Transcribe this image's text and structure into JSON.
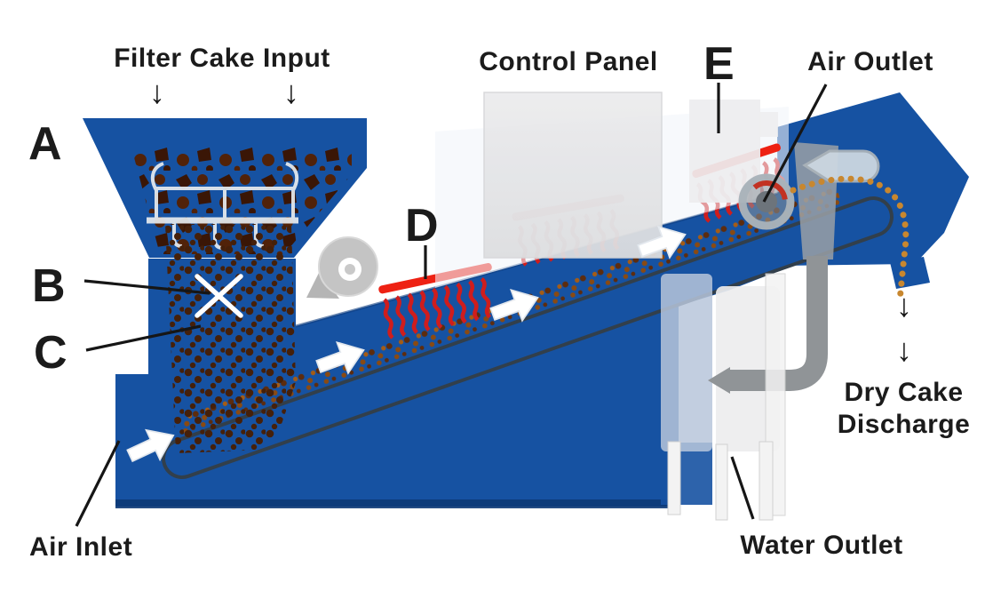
{
  "labels": {
    "filter_cake_input": "Filter Cake Input",
    "control_panel": "Control Panel",
    "air_outlet": "Air Outlet",
    "air_inlet": "Air Inlet",
    "dry_cake_line1": "Dry Cake",
    "dry_cake_line2": "Discharge",
    "water_outlet": "Water Outlet"
  },
  "markers": {
    "a": "A",
    "b": "B",
    "c": "C",
    "d": "D",
    "e": "E"
  },
  "icons": {
    "down_arrow": "↓"
  },
  "colors": {
    "machine_blue": "#1652a2",
    "navy_shadow": "#0c3876",
    "deck_line": "#0f3e80",
    "belt_outline": "#323f4b",
    "heater_red": "#ee2113",
    "coil_red": "#cf1d1d",
    "chunk_brown_dark": "#3a1606",
    "chunk_brown": "#512209",
    "dot_brown": "#45200a",
    "band_dark": "#5d2c0e",
    "band_mid": "#8a4a12",
    "band_orange": "#a55c16",
    "trail_orange": "#c8872f",
    "panel_gray": "#ececee",
    "panel_gray_dark": "#dddee0",
    "box_gray": "#ededef",
    "steel_gray": "#9aa0a6",
    "pipe_gray": "#909497",
    "light_steel": "#b7c6da",
    "tank_white": "#ededee",
    "leg_white": "#f3f3f3",
    "fan_gray": "#c4c4c4",
    "capsule_blue": "#ccd7e1",
    "ring_gray": "#aab3ba",
    "ring_inner": "#6d747b",
    "ring_red": "#c23223",
    "hood_white": "#f2f5f9",
    "arrow_white": "#ffffff",
    "outline_soft": "#e3e8ee",
    "line_black": "#161616",
    "text_black": "#1b1b1b"
  }
}
